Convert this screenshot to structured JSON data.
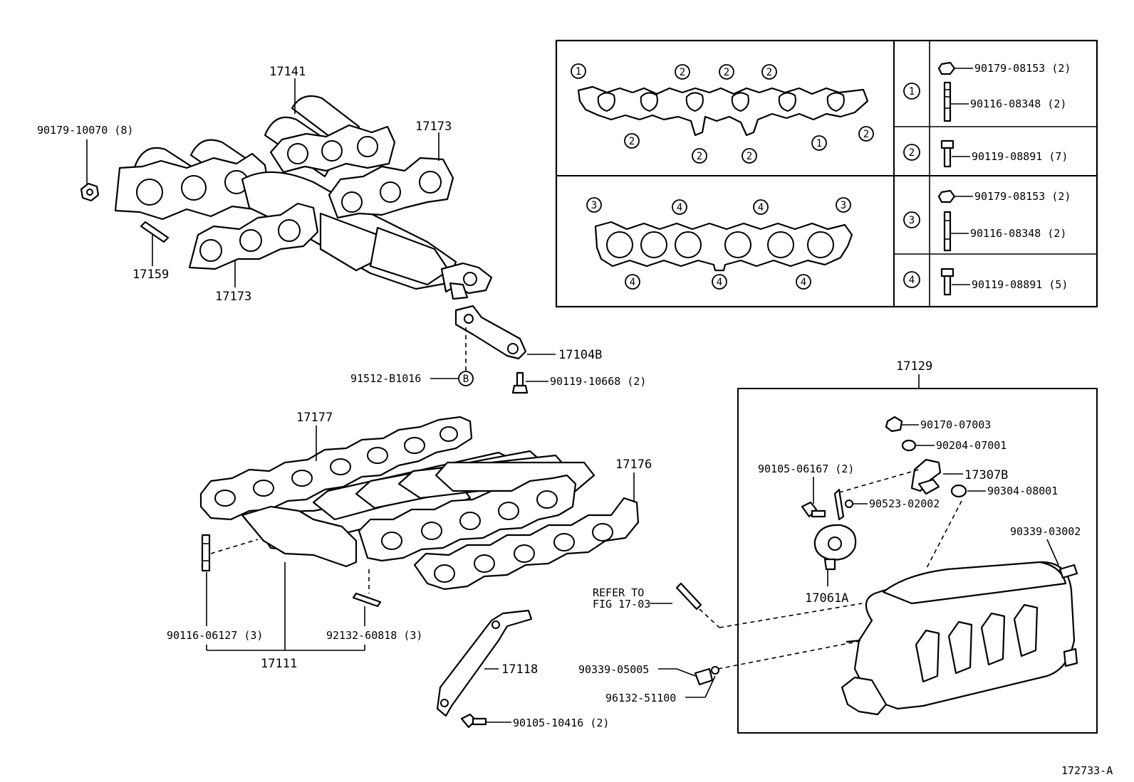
{
  "diagram_id": "172733-A",
  "parts": {
    "p17141": "17141",
    "p17173_top": "17173",
    "p17173_bot": "17173",
    "p17159": "17159",
    "nut_90179_10070": "90179-10070 (8)",
    "p17104B": "17104B",
    "p91512": "91512-B1016",
    "p90119_10668": "90119-10668 (2)",
    "p17177": "17177",
    "p17176": "17176",
    "p90116_06127": "90116-06127 (3)",
    "p92132_60818": "92132-60818 (3)",
    "p17111": "17111",
    "p17118": "17118",
    "p90105_10416": "90105-10416 (2)",
    "refer_line1": "REFER TO",
    "refer_line2": "FIG 17-03",
    "p90339_05005": "90339-05005",
    "p96132_51100": "96132-51100",
    "p17129": "17129",
    "p90170_07003": "90170-07003",
    "p90204_07001": "90204-07001",
    "p90105_06167": "90105-06167 (2)",
    "p17307B": "17307B",
    "p90523_02002": "90523-02002",
    "p90304_08001": "90304-08001",
    "p90339_03002": "90339-03002",
    "p17061A": "17061A",
    "marker_B": "B"
  },
  "gasket_table": {
    "markers": [
      "1",
      "2",
      "3",
      "4"
    ],
    "rows": [
      {
        "marker": "1",
        "items": [
          "90179-08153 (2)",
          "90116-08348 (2)"
        ]
      },
      {
        "marker": "2",
        "items": [
          "90119-08891 (7)"
        ]
      },
      {
        "marker": "3",
        "items": [
          "90179-08153 (2)",
          "90116-08348 (2)"
        ]
      },
      {
        "marker": "4",
        "items": [
          "90119-08891 (5)"
        ]
      }
    ]
  }
}
